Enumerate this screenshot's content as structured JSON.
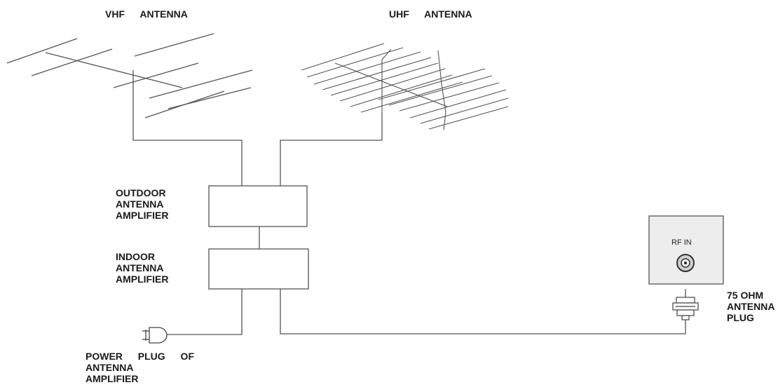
{
  "labels": {
    "vhf_antenna": "VHF ANTENNA",
    "uhf_antenna": "UHF ANTENNA",
    "outdoor_amplifier": [
      "OUTDOOR",
      "ANTENNA",
      "AMPLIFIER"
    ],
    "indoor_amplifier": [
      "INDOOR",
      "ANTENNA",
      "AMPLIFIER"
    ],
    "power_plug": [
      "POWER PLUG OF",
      "ANTENNA",
      "AMPLIFIER"
    ],
    "ohm_plug": [
      "75 OHM",
      "ANTENNA",
      "PLUG"
    ],
    "rf_in": "RF IN"
  },
  "colors": {
    "line": "#555555",
    "text": "#1a1a1a"
  }
}
